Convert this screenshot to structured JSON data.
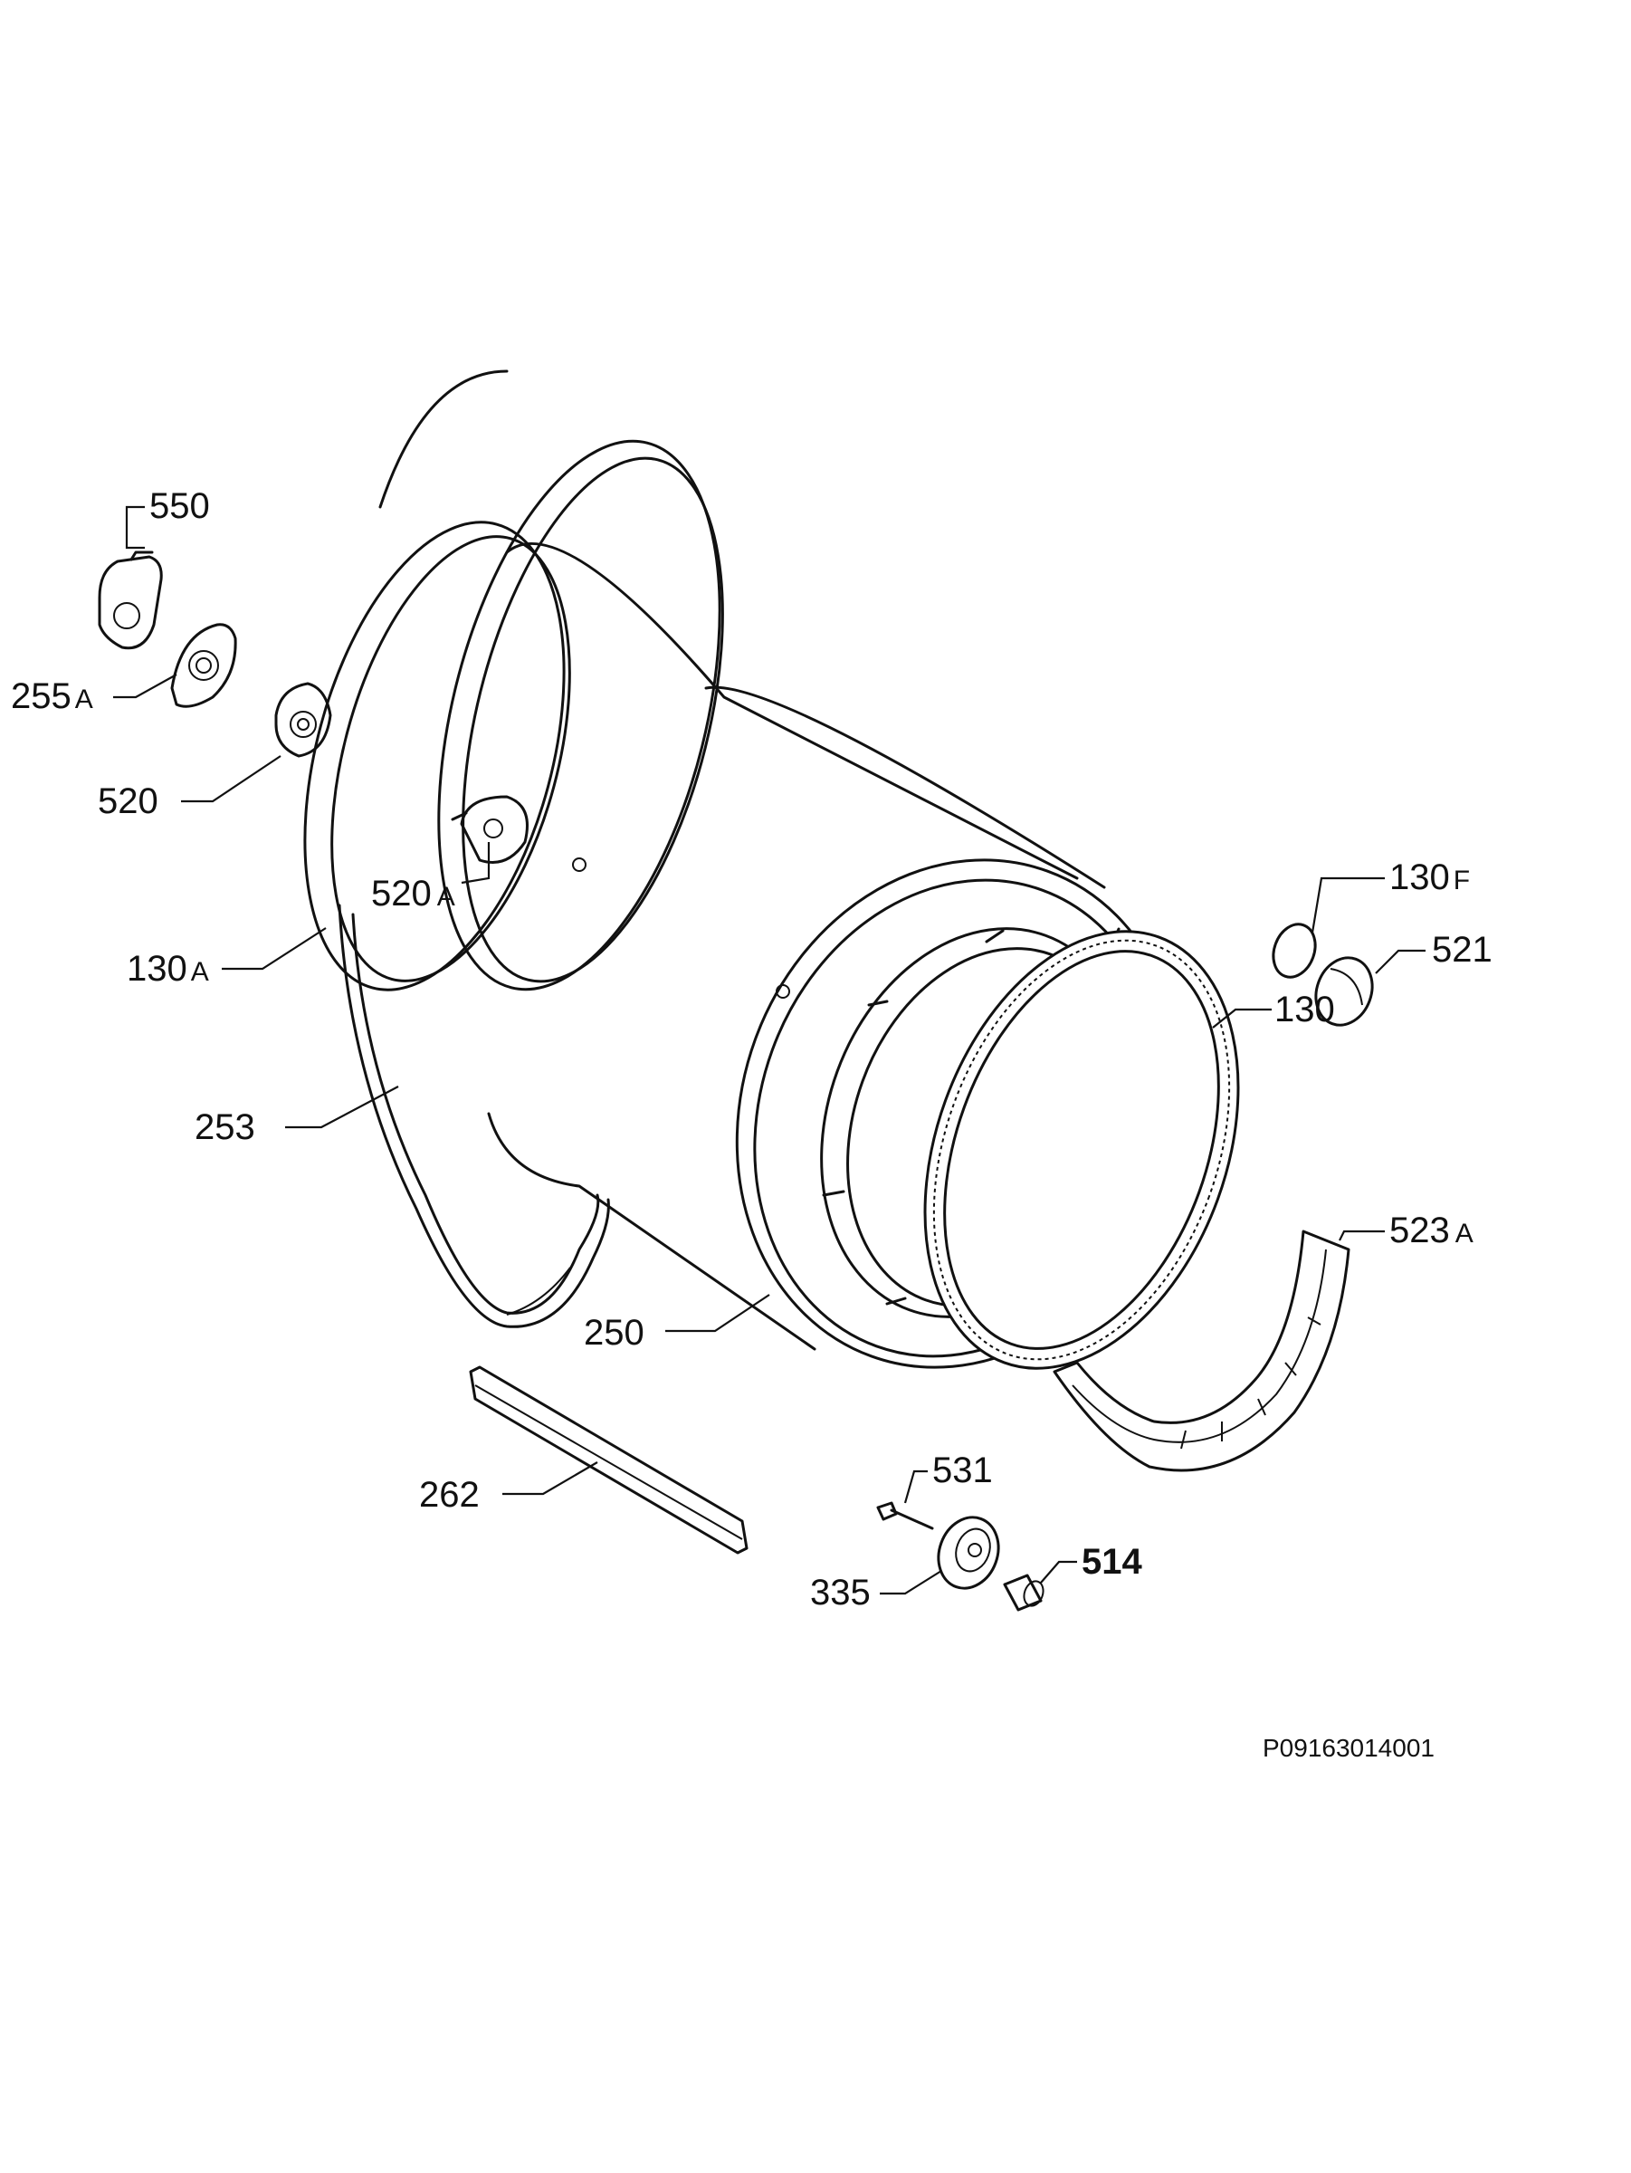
{
  "labels": {
    "l550": {
      "num": "550",
      "suf": ""
    },
    "l255a": {
      "num": "255",
      "suf": "A"
    },
    "l520": {
      "num": "520",
      "suf": ""
    },
    "l520a": {
      "num": "520",
      "suf": "A"
    },
    "l130a": {
      "num": "130",
      "suf": "A"
    },
    "l253": {
      "num": "253",
      "suf": ""
    },
    "l250": {
      "num": "250",
      "suf": ""
    },
    "l262": {
      "num": "262",
      "suf": ""
    },
    "l130f": {
      "num": "130",
      "suf": "F"
    },
    "l521": {
      "num": "521",
      "suf": ""
    },
    "l130": {
      "num": "130",
      "suf": ""
    },
    "l523a": {
      "num": "523",
      "suf": "A"
    },
    "l531": {
      "num": "531",
      "suf": ""
    },
    "l335": {
      "num": "335",
      "suf": ""
    },
    "l514": {
      "num": "514",
      "suf": ""
    }
  },
  "diagram_code": "P09163014001"
}
